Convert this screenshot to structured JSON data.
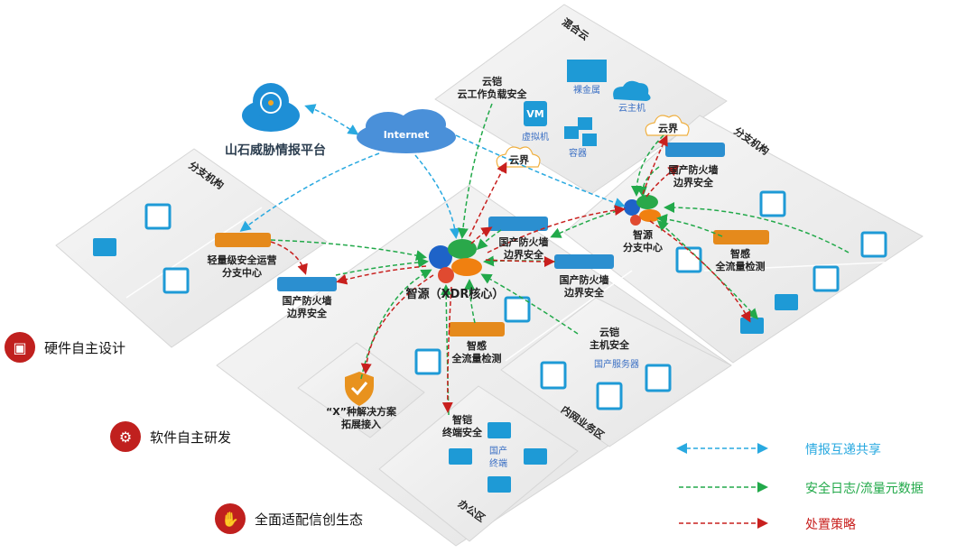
{
  "colors": {
    "info_share": "#29a9e0",
    "log_data": "#22a94a",
    "policy": "#c8201e",
    "firewall": "#2b8fd0",
    "sensor": "#e58a1c",
    "accent": "#c0201e"
  },
  "threat_platform": {
    "label": "山石威胁情报平台",
    "icon": "target-cloud-icon"
  },
  "internet": {
    "label": "Internet"
  },
  "zones": {
    "hybrid_cloud": "混合云",
    "branch_left": "分支机构",
    "branch_right": "分支机构",
    "intranet": "内网业务区",
    "office": "办公区"
  },
  "hybrid_cloud": {
    "bare_metal": "裸金属",
    "cloud_host": "云主机",
    "vm": "虚拟机",
    "container": "容器",
    "vm_badge": "VM",
    "cloud_guard": "云铠\n云工作负载安全"
  },
  "cloud_boundary_left": "云界",
  "cloud_boundary_right": "云界",
  "core": {
    "label": "智源（XDR核心）"
  },
  "branch_center": {
    "label": "智源\n分支中心"
  },
  "nodes": {
    "fw_left": "国产防火墙\n边界安全",
    "fw_center_top": "国产防火墙\n边界安全",
    "fw_center_right": "国产防火墙\n边界安全",
    "fw_right_branch": "国产防火墙\n边界安全",
    "light_soc": "轻量级安全运营\n分支中心",
    "sensor_center": "智感\n全流量检测",
    "sensor_right": "智感\n全流量检测",
    "host_guard": "云铠\n主机安全",
    "domestic_server": "国产服务器",
    "x_solution": "“X”种解决方案\n拓展接入",
    "endpoint_guard": "智铠\n终端安全",
    "domestic_terminal": "国产\n终端"
  },
  "features": [
    {
      "label": "硬件自主设计",
      "icon": "chip-icon"
    },
    {
      "label": "软件自主研发",
      "icon": "gear-icon"
    },
    {
      "label": "全面适配信创生态",
      "icon": "handshake-icon"
    }
  ],
  "legend": [
    {
      "label": "情报互递共享",
      "color": "#29a9e0"
    },
    {
      "label": "安全日志/流量元数据",
      "color": "#22a94a"
    },
    {
      "label": "处置策略",
      "color": "#c8201e"
    }
  ]
}
